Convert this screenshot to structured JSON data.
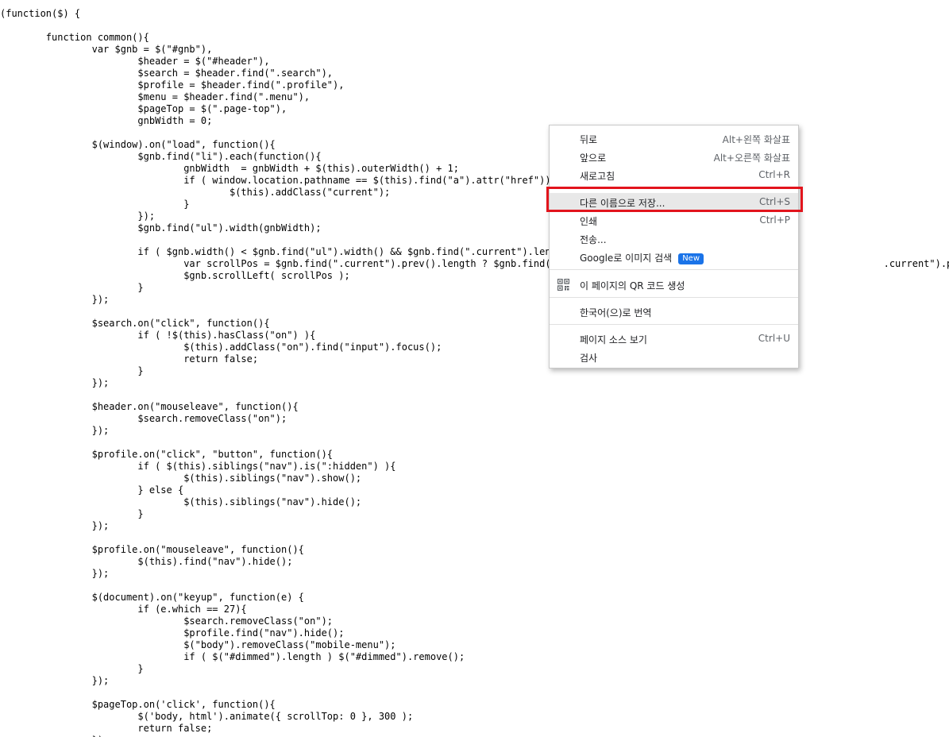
{
  "code": {
    "text": "(function($) {\n\n\tfunction common(){\n\t\tvar $gnb = $(\"#gnb\"),\n\t\t\t$header = $(\"#header\"),\n\t\t\t$search = $header.find(\".search\"),\n\t\t\t$profile = $header.find(\".profile\"),\n\t\t\t$menu = $header.find(\".menu\"),\n\t\t\t$pageTop = $(\".page-top\"),\n\t\t\tgnbWidth = 0;\n\n\t\t$(window).on(\"load\", function(){\n\t\t\t$gnb.find(\"li\").each(function(){\n\t\t\t\tgnbWidth  = gnbWidth + $(this).outerWidth() + 1;\n\t\t\t\tif ( window.location.pathname == $(this).find(\"a\").attr(\"href\")){\n\t\t\t\t\t$(this).addClass(\"current\");\n\t\t\t\t}\n\t\t\t});\n\t\t\t$gnb.find(\"ul\").width(gnbWidth);\n\n\t\t\tif ( $gnb.width() < $gnb.find(\"ul\").width() && $gnb.find(\".current\").length\n\t\t\t\tvar scrollPos = $gnb.find(\".current\").prev().length ? $gnb.find(\".c                                                       .current\").position().left;\n\t\t\t\t$gnb.scrollLeft( scrollPos );\n\t\t\t}\n\t\t});\n\n\t\t$search.on(\"click\", function(){\n\t\t\tif ( !$(this).hasClass(\"on\") ){\n\t\t\t\t$(this).addClass(\"on\").find(\"input\").focus();\n\t\t\t\treturn false;\n\t\t\t}\n\t\t});\n\n\t\t$header.on(\"mouseleave\", function(){\n\t\t\t$search.removeClass(\"on\");\n\t\t});\n\n\t\t$profile.on(\"click\", \"button\", function(){\n\t\t\tif ( $(this).siblings(\"nav\").is(\":hidden\") ){\n\t\t\t\t$(this).siblings(\"nav\").show();\n\t\t\t} else {\n\t\t\t\t$(this).siblings(\"nav\").hide();\n\t\t\t}\n\t\t});\n\n\t\t$profile.on(\"mouseleave\", function(){\n\t\t\t$(this).find(\"nav\").hide();\n\t\t});\n\n\t\t$(document).on(\"keyup\", function(e) {\n\t\t\tif (e.which == 27){\n\t\t\t\t$search.removeClass(\"on\");\n\t\t\t\t$profile.find(\"nav\").hide();\n\t\t\t\t$(\"body\").removeClass(\"mobile-menu\");\n\t\t\t\tif ( $(\"#dimmed\").length ) $(\"#dimmed\").remove();\n\t\t\t}\n\t\t});\n\n\t\t$pageTop.on('click', function(){\n\t\t\t$('body, html').animate({ scrollTop: 0 }, 300 );\n\t\t\treturn false;\n\t\t});"
  },
  "context_menu": {
    "back": {
      "label": "뒤로",
      "shortcut": "Alt+왼쪽 화살표"
    },
    "forward": {
      "label": "앞으로",
      "shortcut": "Alt+오른쪽 화살표"
    },
    "reload": {
      "label": "새로고침",
      "shortcut": "Ctrl+R"
    },
    "save_as": {
      "label": "다른 이름으로 저장...",
      "shortcut": "Ctrl+S"
    },
    "print": {
      "label": "인쇄",
      "shortcut": "Ctrl+P"
    },
    "cast": {
      "label": "전송..."
    },
    "google_image_search": {
      "label": "Google로 이미지 검색",
      "badge": "New"
    },
    "qr_code": {
      "label": "이 페이지의 QR 코드 생성",
      "icon": "qr-code-icon"
    },
    "translate": {
      "label": "한국어(으)로 번역"
    },
    "view_source": {
      "label": "페이지 소스 보기",
      "shortcut": "Ctrl+U"
    },
    "inspect": {
      "label": "검사"
    }
  },
  "colors": {
    "highlight_border": "#e2141c",
    "badge_bg": "#1a73e8",
    "hover_bg": "#e8e8e8"
  }
}
